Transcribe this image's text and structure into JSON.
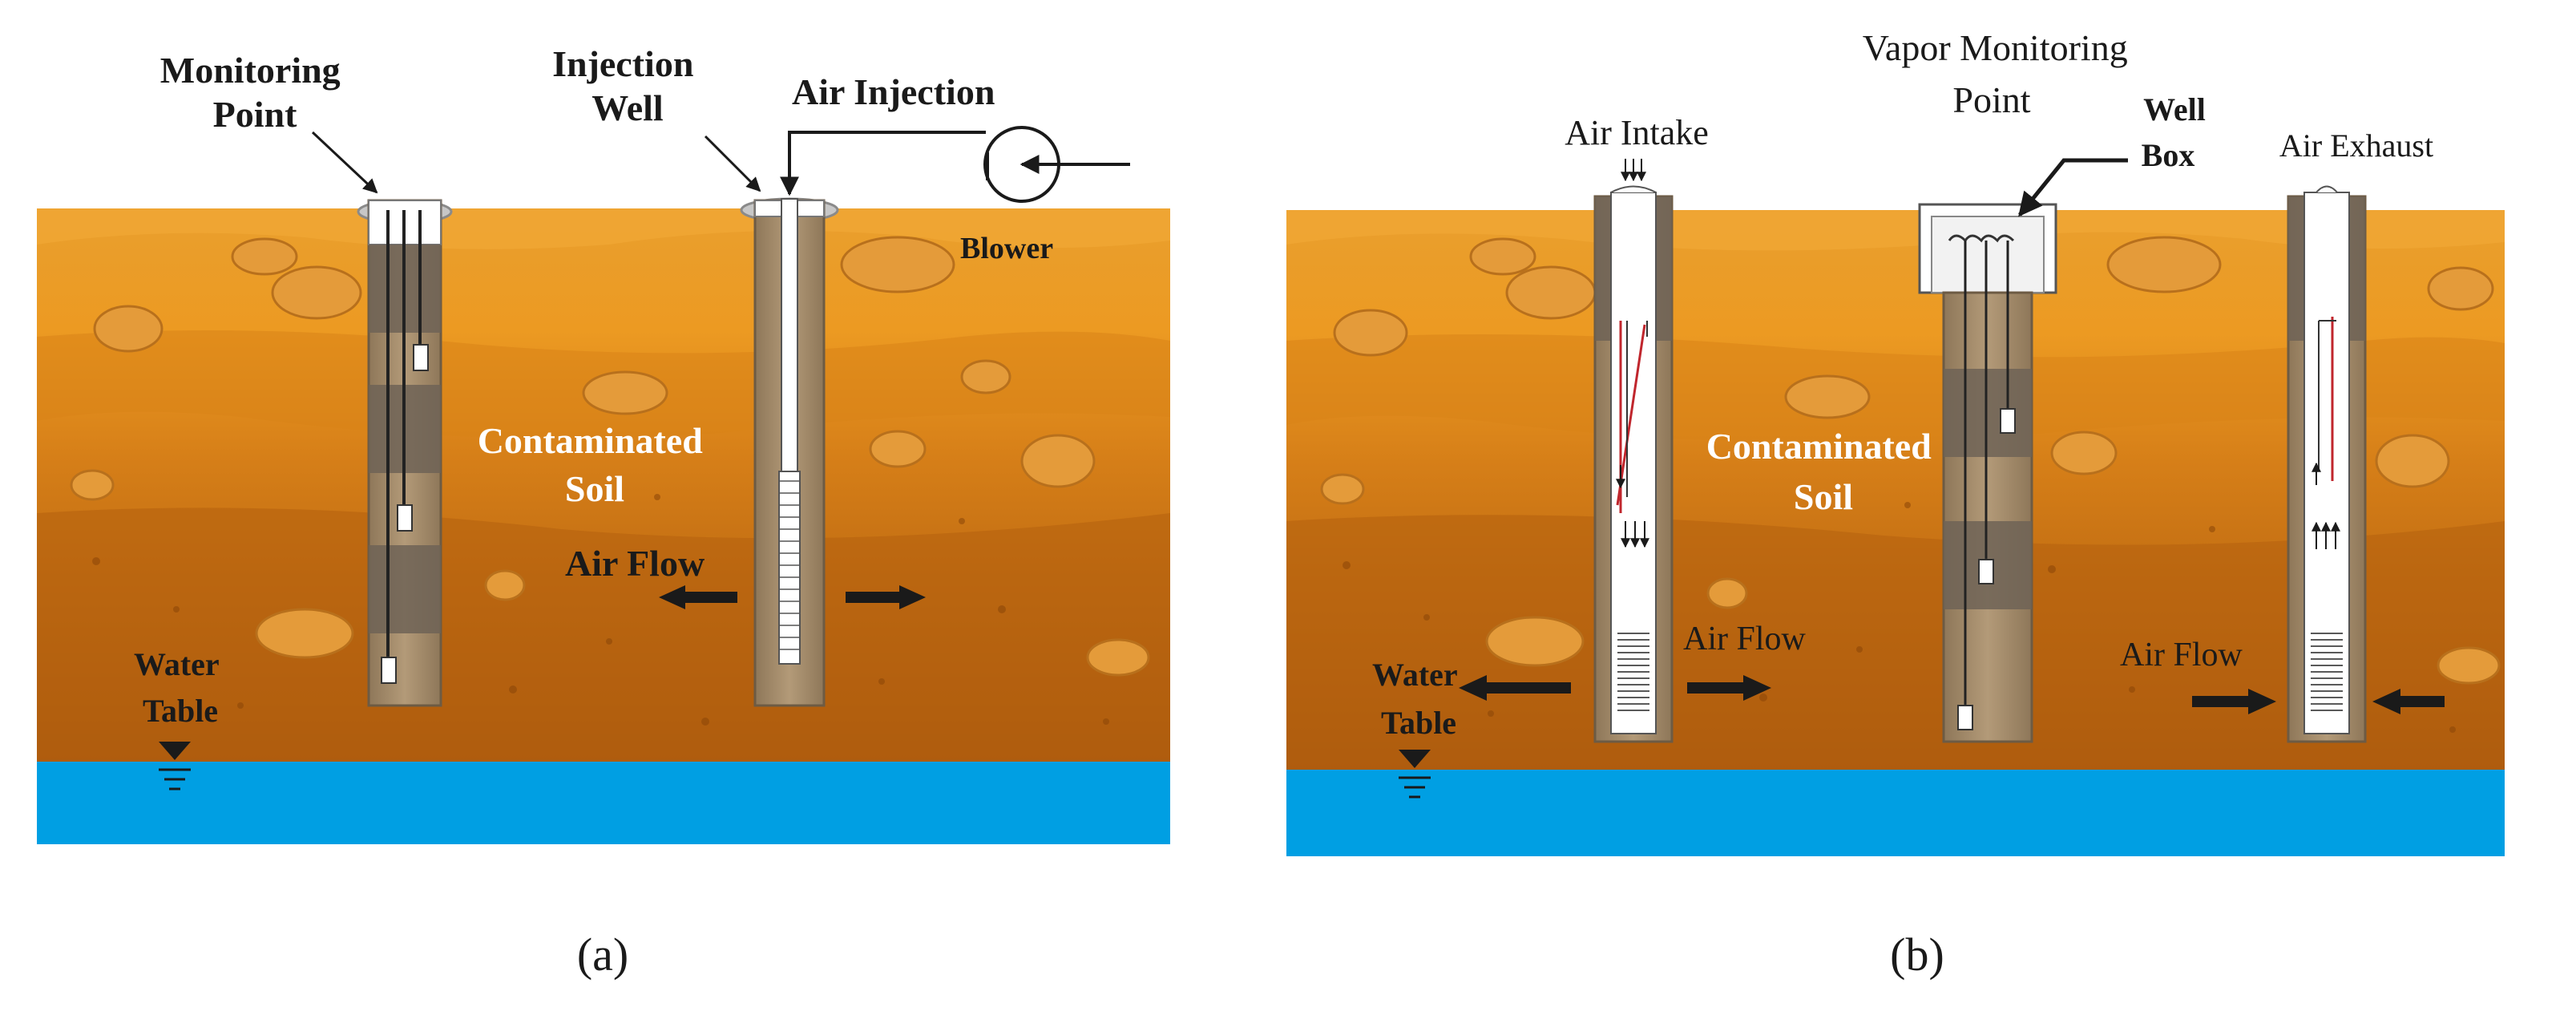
{
  "panel_a": {
    "caption": "(a)",
    "labels": {
      "monitoring_point": [
        "Monitoring",
        "Point"
      ],
      "injection_well": [
        "Injection",
        "Well"
      ],
      "air_injection": "Air Injection",
      "blower": "Blower",
      "contaminated_soil": [
        "Contaminated",
        "Soil"
      ],
      "air_flow": "Air Flow",
      "water_table": [
        "Water",
        "Table"
      ]
    }
  },
  "panel_b": {
    "caption": "(b)",
    "labels": {
      "vapor_monitoring_point": [
        "Vapor Monitoring",
        "Point"
      ],
      "air_intake": "Air Intake",
      "well_box": [
        "Well",
        "Box"
      ],
      "air_exhaust": "Air Exhaust",
      "contaminated_soil": [
        "Contaminated",
        "Soil"
      ],
      "air_flow_left": "Air Flow",
      "air_flow_right": "Air Flow",
      "water_table": [
        "Water",
        "Table"
      ]
    }
  },
  "colors": {
    "water": "#009fe3",
    "soil_top": "#e8a331",
    "soil_mid": "#c97a1a",
    "soil_deep": "#a95a10",
    "well_fill": "#a88c6c",
    "well_band": "#6e6356",
    "text": "#1a1a1a"
  }
}
